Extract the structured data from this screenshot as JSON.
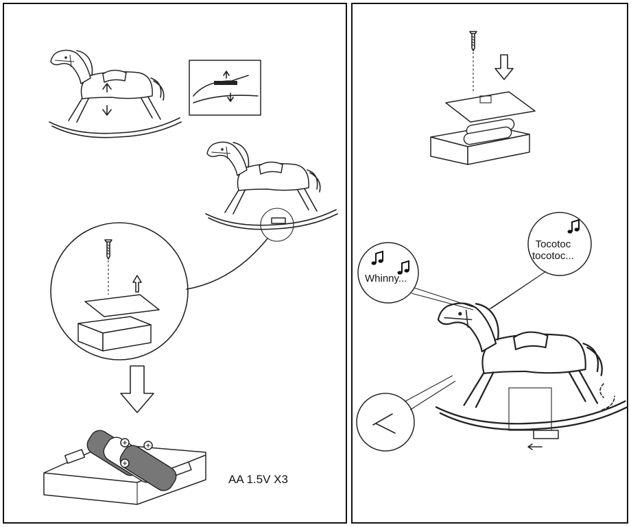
{
  "instructions": {
    "battery_spec": "AA 1.5V   X3",
    "sound_left": "Whinny...",
    "sound_right_line1": "Tocotoc",
    "sound_right_line2": "tocotoc..."
  },
  "icons": [
    "rocking-horse-icon",
    "screw-icon",
    "arrow-up-icon",
    "arrow-down-icon",
    "battery-icon",
    "music-note-icon",
    "zoom-circle-icon"
  ]
}
